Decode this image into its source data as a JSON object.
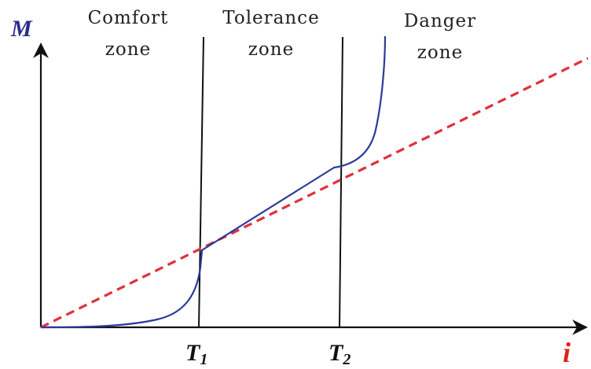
{
  "axes": {
    "y_label": "M",
    "x_label": "i",
    "y_label_color": "#2b2b8f",
    "x_label_color": "#e0201b"
  },
  "zones": [
    {
      "line1": "Comfort",
      "line2": "zone"
    },
    {
      "line1": "Tolerance",
      "line2": "zone"
    },
    {
      "line1": "Danger",
      "line2": "zone"
    }
  ],
  "thresholds": [
    {
      "label": "T",
      "subscript": "1"
    },
    {
      "label": "T",
      "subscript": "2"
    }
  ],
  "colors": {
    "curve": "#2b3a9a",
    "reference_line": "#e0303a",
    "axis": "#111111"
  }
}
